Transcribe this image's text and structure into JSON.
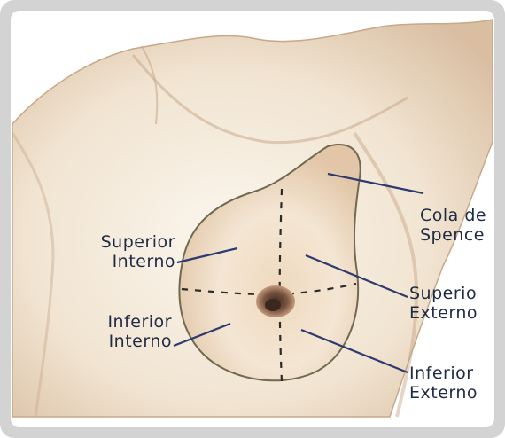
{
  "labels": {
    "cola": {
      "line1": "Cola de",
      "line2": "Spence"
    },
    "superior_interno": {
      "line1": "Superior",
      "line2": "Interno"
    },
    "inferior_interno": {
      "line1": "Inferior",
      "line2": "Interno"
    },
    "superior_externo": {
      "line1": "Superio",
      "line2": "Externo"
    },
    "inferior_externo": {
      "line1": "Inferior",
      "line2": "Externo"
    }
  },
  "colors": {
    "frame": "#d3d3d3",
    "skin_light": "#f7f1e6",
    "skin_mid": "#e9d6bd",
    "skin_shadow": "#cdb095",
    "leader_line": "#2d3a6e",
    "outline": "#6f6a4f",
    "nipple": "#6b4a3a"
  }
}
